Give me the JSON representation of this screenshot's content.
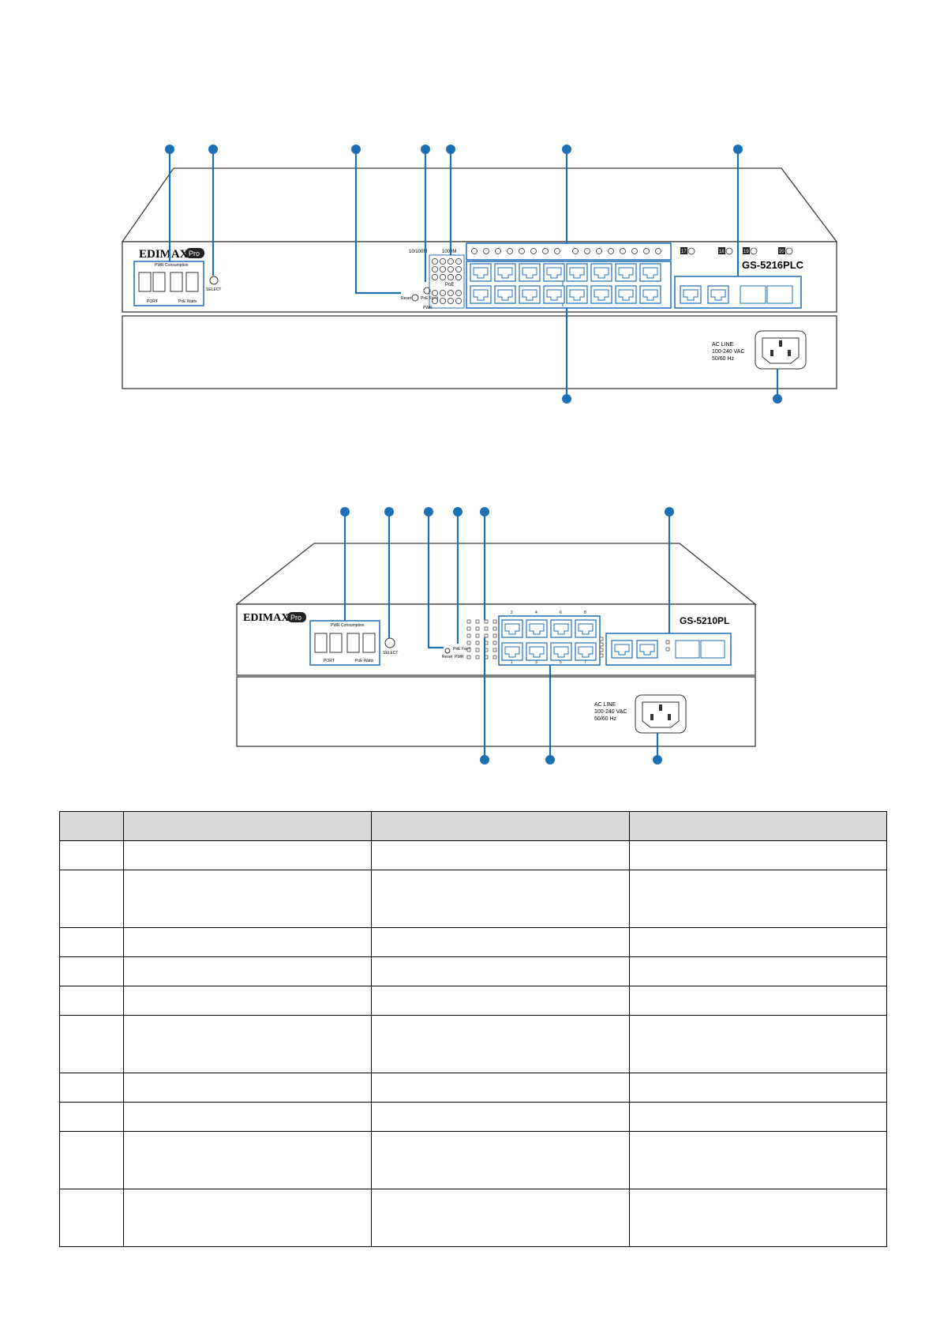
{
  "switch_top": {
    "brand": "EDIMAX",
    "brand_badge": "Pro",
    "model": "GS-5216PLC",
    "pwr_consumption_label": "PWR Consumption",
    "port_label": "PORT",
    "poe_watts_label": "PoE Watts",
    "select_label": "SELECT",
    "legend_1": "10/100M",
    "legend_2": "1000M",
    "poe_legend": "PoE",
    "reset_label": "Reset",
    "poe_fault_label": "PoE Fault",
    "pwr_label": "PWR",
    "sfp_labels": [
      "17",
      "18",
      "19",
      "20"
    ],
    "ac_line": "AC LINE",
    "ac_voltage": "100-240 VAC",
    "ac_freq": "50/60 Hz"
  },
  "switch_bottom": {
    "brand": "EDIMAX",
    "brand_badge": "Pro",
    "model": "GS-5210PL",
    "pwr_consumption_label": "PWR Consumption",
    "port_label": "PORT",
    "poe_watts_label": "PoE Watts",
    "select_label": "SELECT",
    "reset_label": "Reset",
    "poe_fault_label": "PoE Fault",
    "pwr_label": "PWR",
    "port_numbers_top": [
      "2",
      "4",
      "6",
      "8"
    ],
    "port_numbers_bottom": [
      "1",
      "3",
      "5",
      "7"
    ],
    "ac_line": "AC LINE",
    "ac_voltage": "100-240 VAC",
    "ac_freq": "50/60 Hz"
  },
  "table": {
    "header": [
      "",
      "",
      "",
      ""
    ],
    "rows": [
      {
        "cells": [
          "",
          "",
          "",
          ""
        ],
        "tall": false
      },
      {
        "cells": [
          "",
          "",
          "",
          ""
        ],
        "tall": true
      },
      {
        "cells": [
          "",
          "",
          "",
          ""
        ],
        "tall": false
      },
      {
        "cells": [
          "",
          "",
          "",
          ""
        ],
        "tall": false
      },
      {
        "cells": [
          "",
          "",
          "",
          ""
        ],
        "tall": false
      },
      {
        "cells": [
          "",
          "",
          "",
          ""
        ],
        "tall": true
      },
      {
        "cells": [
          "",
          "",
          "",
          ""
        ],
        "tall": false
      },
      {
        "cells": [
          "",
          "",
          "",
          ""
        ],
        "tall": false
      },
      {
        "cells": [
          "",
          "",
          "",
          ""
        ],
        "tall": true
      },
      {
        "cells": [
          "",
          "",
          "",
          ""
        ],
        "tall": true
      }
    ]
  },
  "colors": {
    "callout": "#1f6fb5",
    "outline": "#3a3a3a",
    "header_bg": "#d9d9d9"
  }
}
